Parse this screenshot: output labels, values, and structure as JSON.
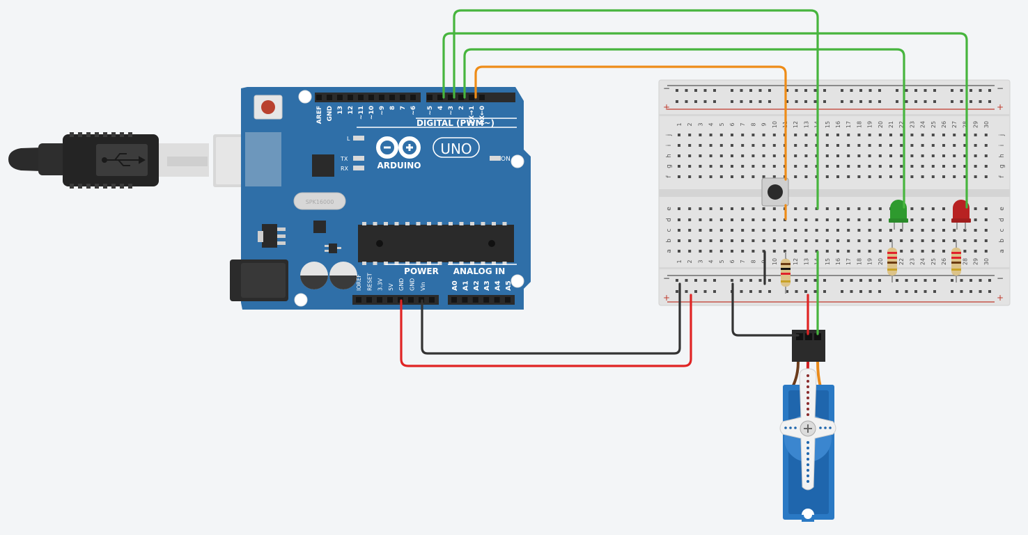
{
  "arduino": {
    "brand": "ARDUINO",
    "model": "UNO",
    "on_label": "ON",
    "led_l": "L",
    "led_tx": "TX",
    "led_rx": "RX",
    "digital_header": "DIGITAL (PWM~)",
    "power_header": "POWER",
    "analog_header": "ANALOG IN",
    "crystal_text": "SPK16000",
    "digital_pins": [
      "AREF",
      "GND",
      "13",
      "12",
      "~11",
      "~10",
      "~9",
      "8",
      "7",
      "~6",
      "~5",
      "4",
      "~3",
      "2",
      "TX→1",
      "RX←0"
    ],
    "power_pins": [
      "IOREF",
      "RESET",
      "3.3V",
      "5V",
      "GND",
      "GND",
      "Vin"
    ],
    "analog_pins": [
      "A0",
      "A1",
      "A2",
      "A3",
      "A4",
      "A5"
    ]
  },
  "breadboard": {
    "rail_minus": "−",
    "rail_plus": "+",
    "top_rows": [
      "j",
      "i",
      "h",
      "g",
      "f"
    ],
    "bottom_rows": [
      "e",
      "d",
      "c",
      "b",
      "a"
    ],
    "columns": [
      "1",
      "2",
      "3",
      "4",
      "5",
      "6",
      "7",
      "8",
      "9",
      "10",
      "11",
      "12",
      "13",
      "14",
      "15",
      "16",
      "17",
      "18",
      "19",
      "20",
      "21",
      "22",
      "23",
      "24",
      "25",
      "26",
      "27",
      "28",
      "29",
      "30"
    ]
  },
  "colors": {
    "board": "#2f6fa8",
    "wire_signal": "#47b53e",
    "wire_button": "#ee8c18",
    "wire_power": "#e02424",
    "wire_ground": "#333333",
    "led_green": "#2e9a2e",
    "led_red": "#b82222",
    "servo_body": "#2a79c4"
  }
}
